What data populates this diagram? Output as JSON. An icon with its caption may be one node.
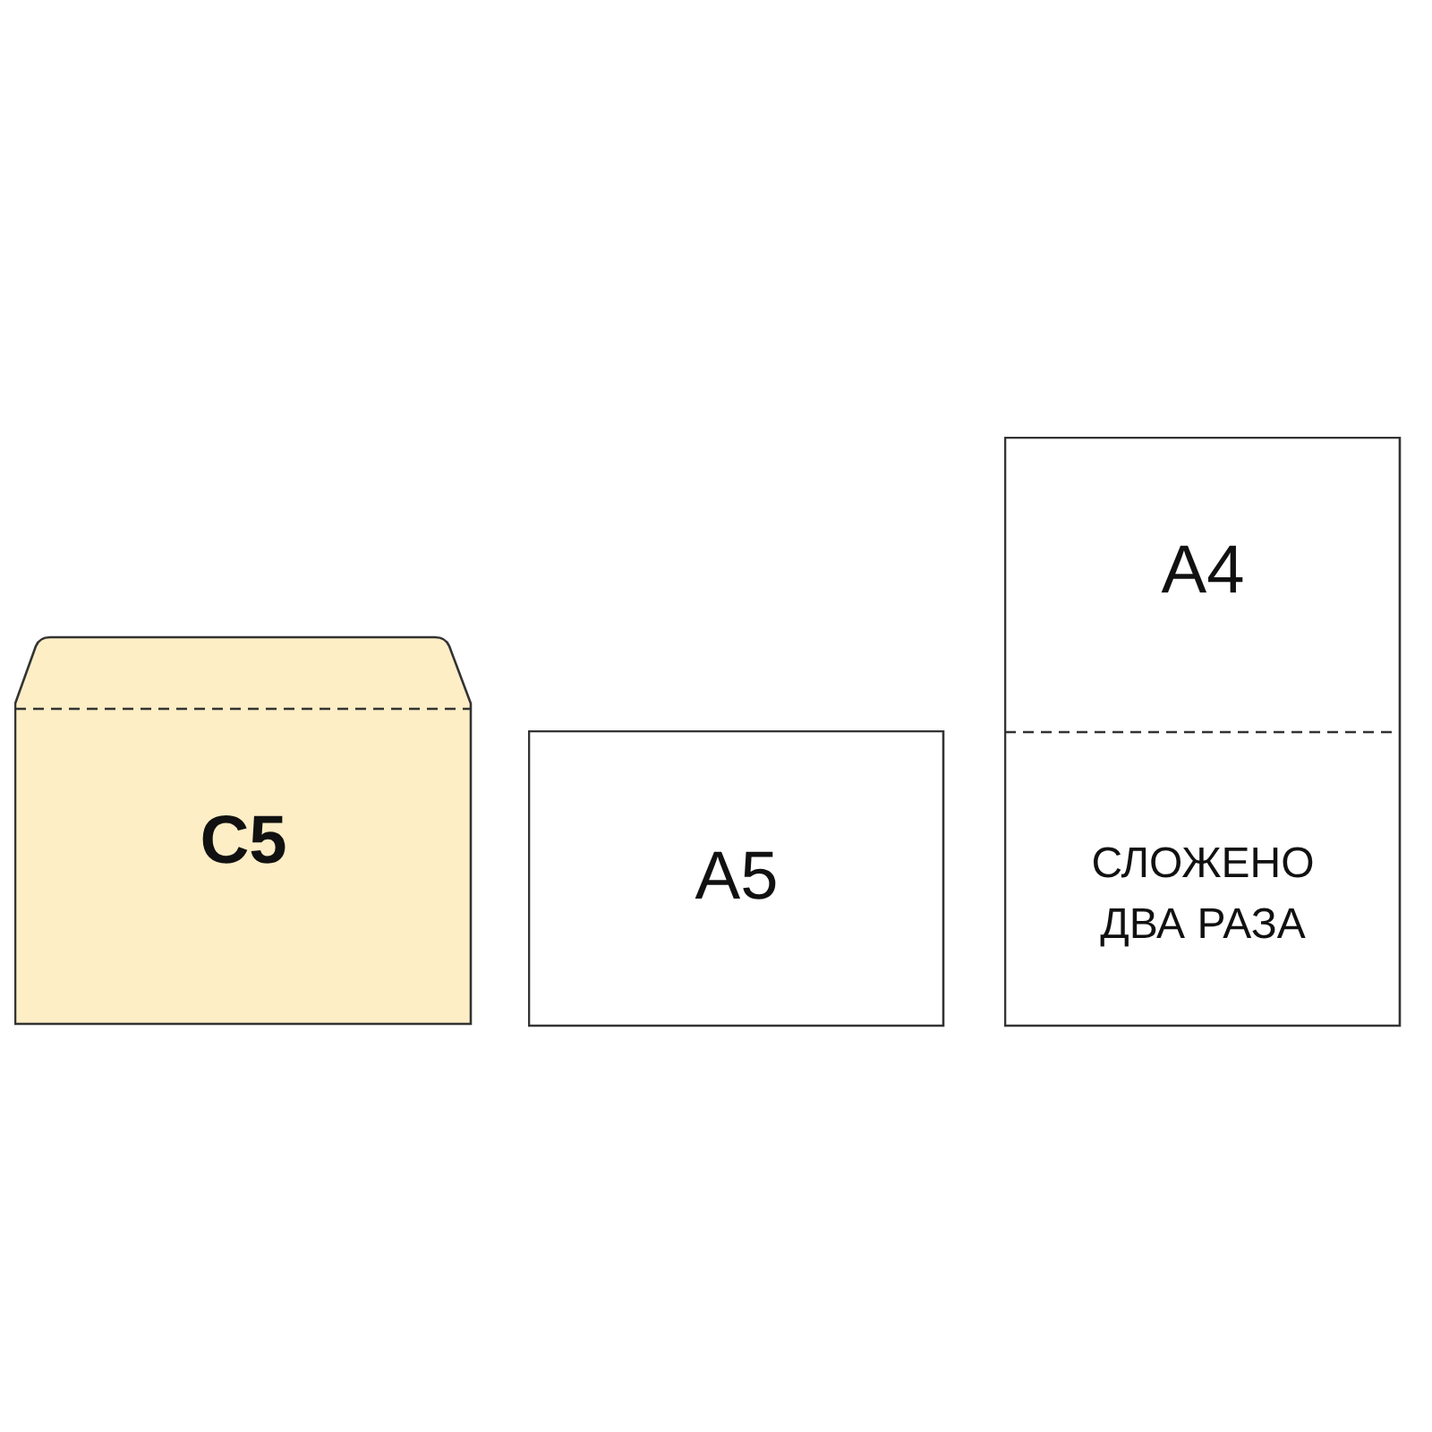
{
  "diagram": {
    "nodes": [
      {
        "text": [
          "C5"
        ]
      },
      {
        "text": [
          "A5"
        ]
      },
      {
        "text": [
          "A4",
          "СЛОЖЕНО ДВА РАЗА"
        ]
      }
    ]
  }
}
